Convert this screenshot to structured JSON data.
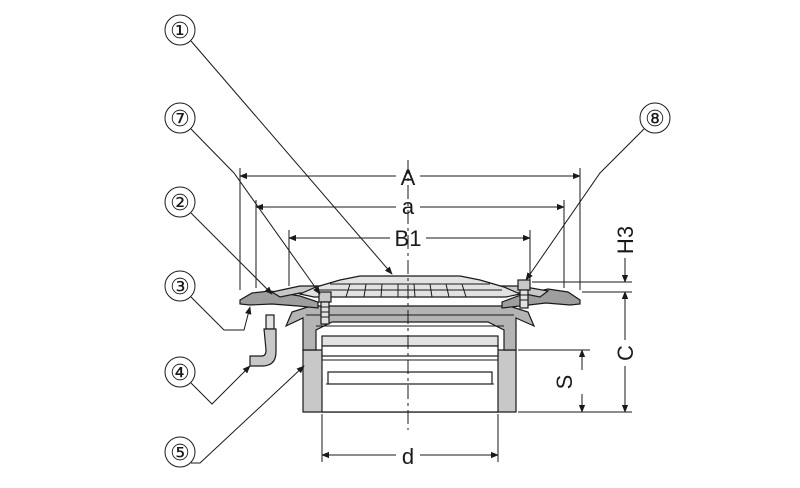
{
  "callouts": [
    "①",
    "②",
    "③",
    "④",
    "⑤",
    "⑦",
    "⑧"
  ],
  "dimensions": {
    "A": "A",
    "a": "a",
    "B1": "B1",
    "d": "d",
    "H3": "H3",
    "C": "C",
    "S": "S"
  },
  "colors": {
    "line": "#1a1a1a",
    "casting_shade": "#c8c8c8",
    "casting_dark": "#9e9e9e",
    "cover_light": "#e2e2e2",
    "background": "#ffffff"
  }
}
